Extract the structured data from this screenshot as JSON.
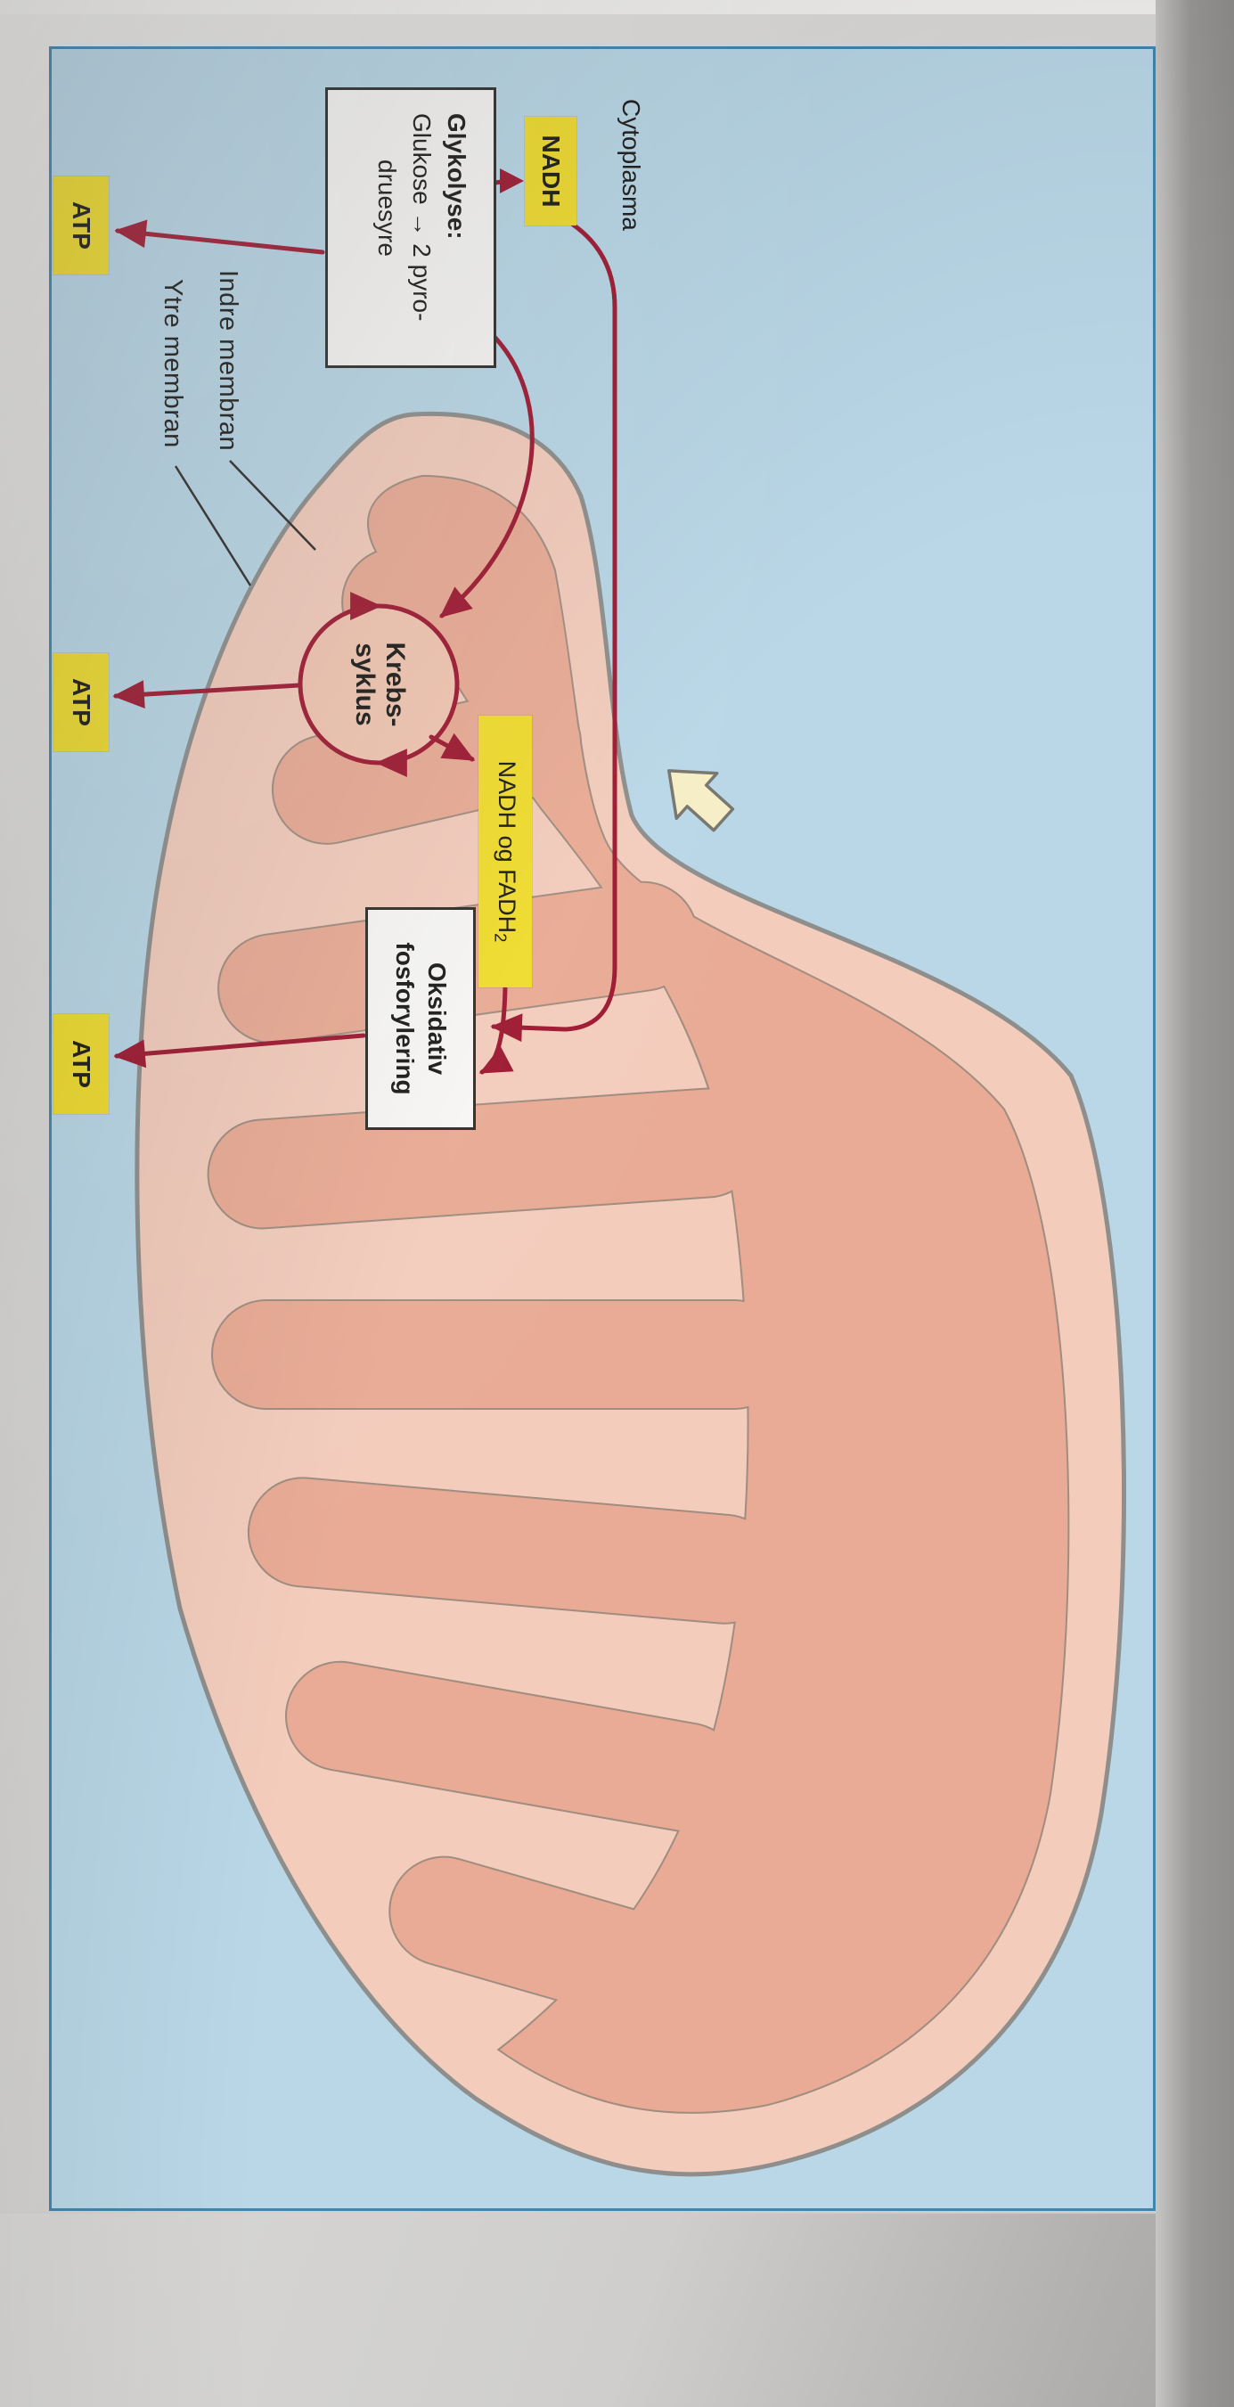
{
  "labels": {
    "cytoplasma": "Cytoplasma",
    "nadh": "NADH",
    "atp": "ATP",
    "nadh_fadh_main": "NADH og FADH",
    "nadh_fadh_sub": "2"
  },
  "glycolysis": {
    "title": "Glykolyse:",
    "line1": "Glukose → 2 pyro-",
    "line2": "druesyre"
  },
  "krebs": {
    "line1": "Krebs-",
    "line2": "syklus"
  },
  "oxphos": {
    "line1": "Oksidativ",
    "line2": "fosforylering"
  },
  "membranes": {
    "indre": "Indre membran",
    "ytre": "Ytre membran"
  },
  "colors": {
    "highlight": "#f0dc2e",
    "arrow_red": "#9e1a32",
    "cytoplasm_blue": "#b9d7e7",
    "cytoplasm_border": "#4186ae",
    "mito_outer_band": "#f3ccbc",
    "mito_matrix": "#e9ab95",
    "membrane_line": "#a08d80",
    "outer_line": "#8e8e8c",
    "ink": "#1c1c1a"
  }
}
